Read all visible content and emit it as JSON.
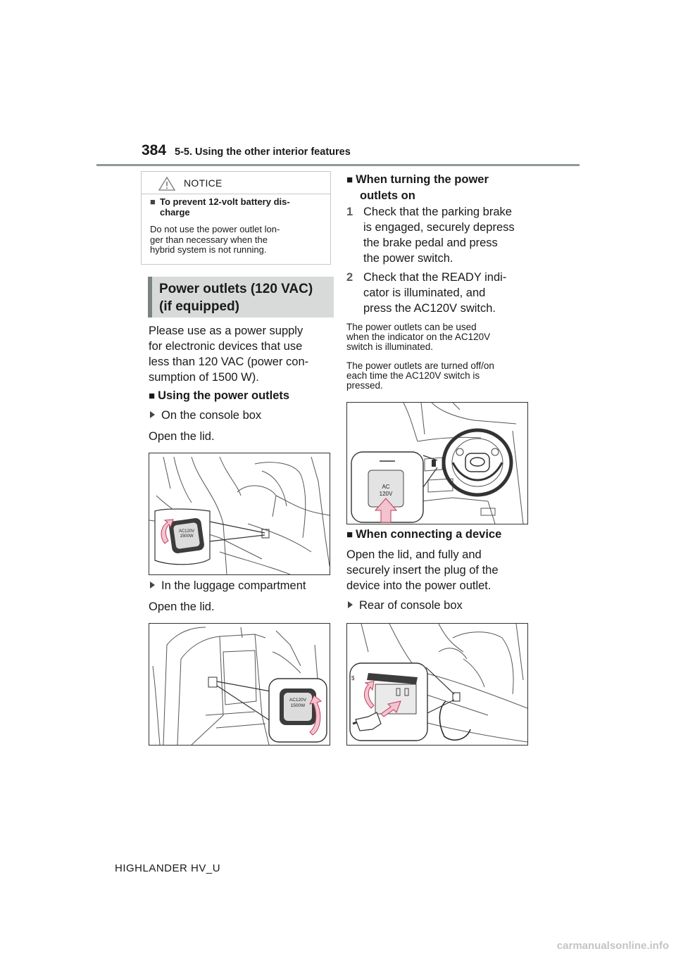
{
  "header": {
    "page_number": "384",
    "section": "5-5. Using the other interior features"
  },
  "notice": {
    "label": "NOTICE",
    "subheading": "To prevent 12-volt battery dis-charge",
    "subheading_line1": "To prevent 12-volt battery dis-",
    "subheading_line2": "charge",
    "body_line1": "Do not use the power outlet lon-",
    "body_line2": "ger than necessary when the",
    "body_line3": "hybrid system is not running."
  },
  "section_heading": {
    "line1": "Power outlets (120 VAC)",
    "line2": "(if equipped)"
  },
  "intro": {
    "line1": "Please use as a power supply",
    "line2": "for electronic devices that use",
    "line3": "less than 120 VAC (power con-",
    "line4": "sumption of 1500 W)."
  },
  "using": {
    "heading": "Using the power outlets",
    "console_item": "On the console box",
    "console_instruction": "Open the lid.",
    "luggage_item": "In the luggage compartment",
    "luggage_instruction": "Open the lid."
  },
  "turning_on": {
    "heading_line1": "When turning the power",
    "heading_line2": "outlets on",
    "steps": [
      {
        "num": "1",
        "lines": [
          "Check that the parking brake",
          "is engaged, securely depress",
          "the brake pedal and press",
          "the power switch."
        ]
      },
      {
        "num": "2",
        "lines": [
          "Check that the READY indi-",
          "cator is illuminated, and",
          "press the AC120V switch."
        ]
      }
    ],
    "note1_lines": [
      "The power outlets can be used",
      "when the indicator on the AC120V",
      "switch is illuminated."
    ],
    "note2_lines": [
      "The power outlets are turned off/on",
      "each time the AC120V switch is",
      "pressed."
    ]
  },
  "connecting": {
    "heading": "When connecting a device",
    "line1": "Open the lid, and fully and",
    "line2": "securely insert the plug of the",
    "line3": "device into the power outlet.",
    "rear_item": "Rear of console box"
  },
  "figures": {
    "console_label_line1": "AC120V",
    "console_label_line2": "1500W",
    "luggage_label_line1": "AC120V",
    "luggage_label_line2": "1500W",
    "switch_label_line1": "AC",
    "switch_label_line2": "120V"
  },
  "footer": {
    "model": "HIGHLANDER HV_U",
    "watermark": "carmanualsonline.info"
  },
  "colors": {
    "header_rule": "#8c9a97",
    "heading_band": "#d7dad9",
    "heading_bar": "#7a8582",
    "arrow_fill": "#f2c4cf",
    "arrow_stroke": "#c23a5c"
  }
}
